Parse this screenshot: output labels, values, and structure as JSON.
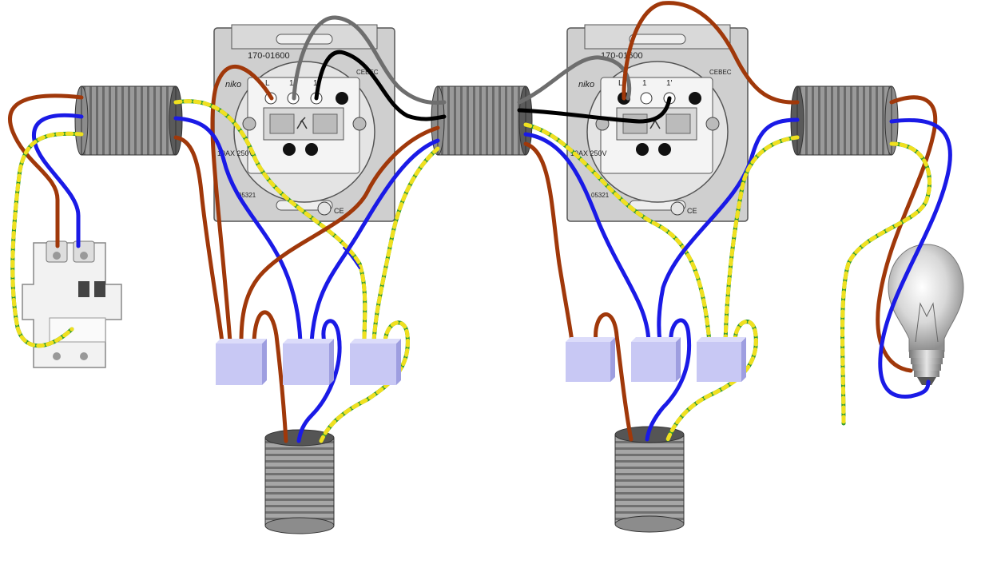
{
  "switch_left": {
    "part_number": "170-01600",
    "terminal_l": "L",
    "terminal_1": "1",
    "terminal_1p": "1'",
    "rating": "10AX 250V",
    "code": "05321",
    "brand": "niko",
    "cert": "CEBEC",
    "ce": "CE"
  },
  "switch_right": {
    "part_number": "170-01600",
    "terminal_l": "L",
    "terminal_1": "1",
    "terminal_1p": "1'",
    "rating": "10AX 250V",
    "code": "05321",
    "brand": "niko",
    "cert": "CEBEC",
    "ce": "CE"
  },
  "colors": {
    "phase": "#a0380a",
    "neutral": "#1a1ae6",
    "earth_green": "#2e9a2e",
    "earth_yellow": "#f0e020",
    "traveller_grey": "#6e6e6e",
    "traveller_black": "#000000",
    "conduit": "#8c8c8c",
    "connector": "#c8c8f4",
    "plate": "#c8c8c8"
  },
  "icons": {
    "breaker": "circuit-breaker-icon",
    "bulb": "light-bulb-icon",
    "switch": "two-way-switch-icon"
  }
}
